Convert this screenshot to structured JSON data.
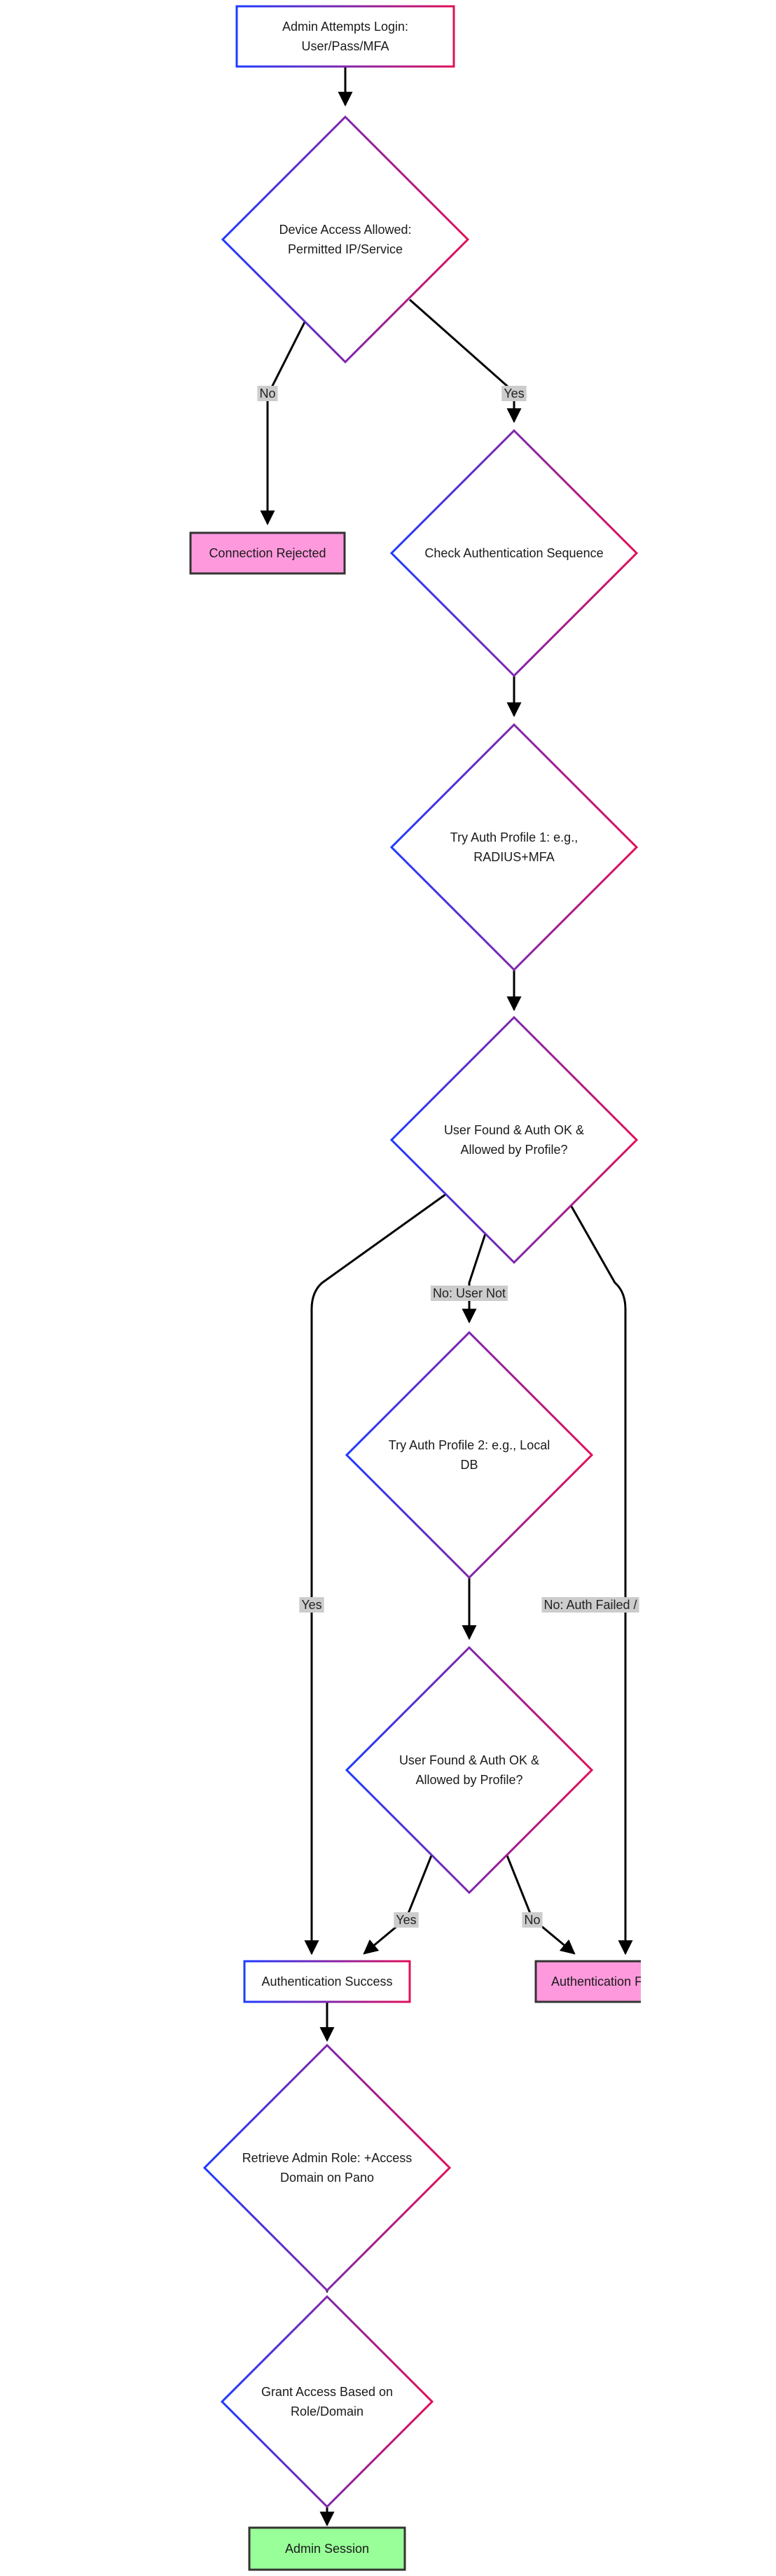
{
  "diagram": {
    "colors": {
      "gradient_start": "#1f3bff",
      "gradient_end": "#e0105a",
      "reject_fill": "#ff99dd",
      "session_fill": "#99ff99",
      "edge_label_bg": "#cccccc",
      "edge": "#000000"
    },
    "nodes": [
      {
        "id": "start",
        "shape": "rect",
        "lines": [
          "Admin Attempts Login:",
          "User/Pass/MFA"
        ]
      },
      {
        "id": "access_check",
        "shape": "diamond",
        "lines": [
          "Device Access Allowed:",
          "Permitted IP/Service"
        ]
      },
      {
        "id": "rejected",
        "shape": "rect",
        "fill": "reject",
        "lines": [
          "Connection Rejected"
        ]
      },
      {
        "id": "check_sequence",
        "shape": "diamond",
        "lines": [
          "Check Authentication Sequence"
        ]
      },
      {
        "id": "profile1",
        "shape": "diamond",
        "lines": [
          "Try Auth Profile 1: e.g.,",
          "RADIUS+MFA"
        ]
      },
      {
        "id": "found1",
        "shape": "diamond",
        "lines": [
          "User Found & Auth OK &",
          "Allowed by Profile?"
        ]
      },
      {
        "id": "profile2",
        "shape": "diamond",
        "lines": [
          "Try Auth Profile 2: e.g., Local",
          "DB"
        ]
      },
      {
        "id": "found2",
        "shape": "diamond",
        "lines": [
          "User Found & Auth OK &",
          "Allowed by Profile?"
        ]
      },
      {
        "id": "auth_success",
        "shape": "rect",
        "lines": [
          "Authentication Success"
        ]
      },
      {
        "id": "auth_failed",
        "shape": "rect",
        "fill": "reject",
        "lines": [
          "Authentication F"
        ]
      },
      {
        "id": "retrieve_role",
        "shape": "diamond",
        "lines": [
          "Retrieve Admin Role: +Access",
          "Domain on Pano"
        ]
      },
      {
        "id": "grant_access",
        "shape": "diamond",
        "lines": [
          "Grant Access Based on",
          "Role/Domain"
        ]
      },
      {
        "id": "admin_session",
        "shape": "rect",
        "fill": "session",
        "lines": [
          "Admin Session"
        ]
      }
    ],
    "edges": [
      {
        "id": "start-access",
        "from": "start",
        "to": "access_check",
        "label": ""
      },
      {
        "id": "access-rejected",
        "from": "access_check",
        "to": "rejected",
        "label": "No"
      },
      {
        "id": "access-sequence",
        "from": "access_check",
        "to": "check_sequence",
        "label": "Yes"
      },
      {
        "id": "sequence-profile1",
        "from": "check_sequence",
        "to": "profile1",
        "label": ""
      },
      {
        "id": "profile1-found1",
        "from": "profile1",
        "to": "found1",
        "label": ""
      },
      {
        "id": "found1-success",
        "from": "found1",
        "to": "auth_success",
        "label": "Yes"
      },
      {
        "id": "found1-profile2",
        "from": "found1",
        "to": "profile2",
        "label": "No: User Not"
      },
      {
        "id": "found1-failed",
        "from": "found1",
        "to": "auth_failed",
        "label": "No: Auth Failed /"
      },
      {
        "id": "profile2-found2",
        "from": "profile2",
        "to": "found2",
        "label": ""
      },
      {
        "id": "found2-success",
        "from": "found2",
        "to": "auth_success",
        "label": "Yes"
      },
      {
        "id": "found2-failed",
        "from": "found2",
        "to": "auth_failed",
        "label": "No"
      },
      {
        "id": "success-role",
        "from": "auth_success",
        "to": "retrieve_role",
        "label": ""
      },
      {
        "id": "role-grant",
        "from": "retrieve_role",
        "to": "grant_access",
        "label": ""
      },
      {
        "id": "grant-session",
        "from": "grant_access",
        "to": "admin_session",
        "label": ""
      }
    ]
  }
}
